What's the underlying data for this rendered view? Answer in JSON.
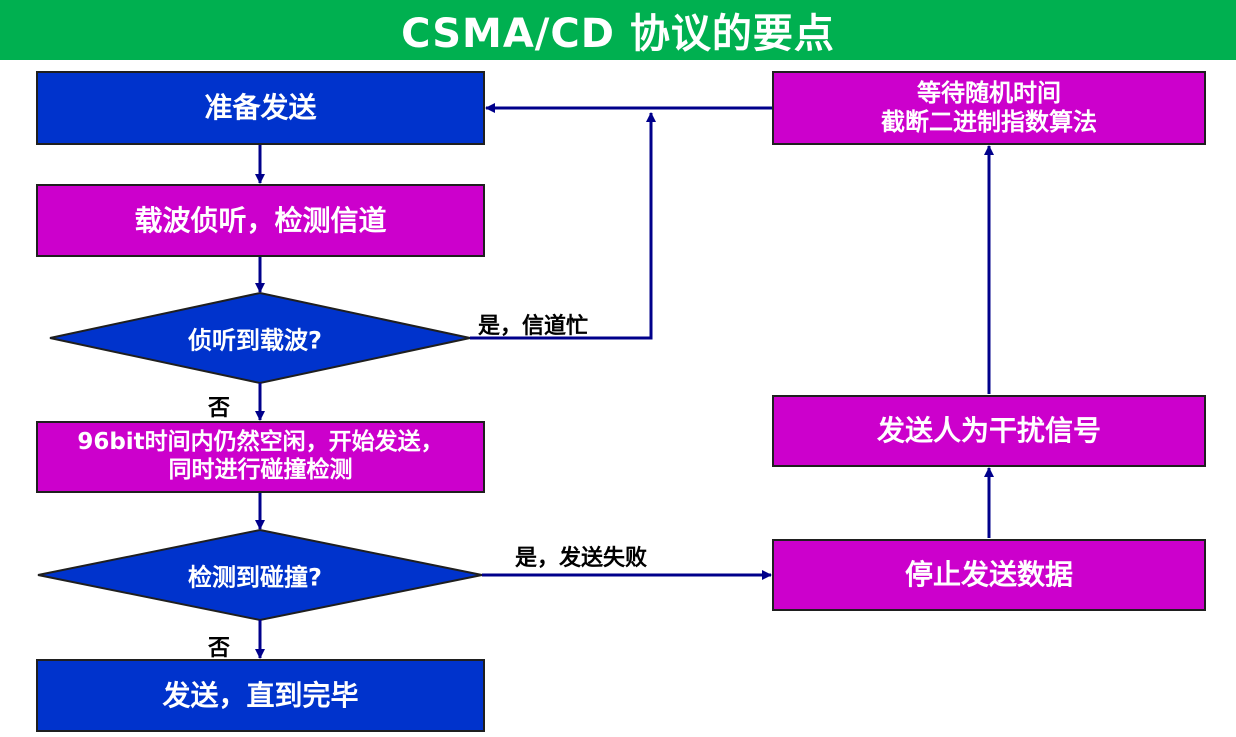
{
  "title": "CSMA/CD 协议的要点",
  "nodes": {
    "prepare": "准备发送",
    "carrier_sense": "载波侦听，检测信道",
    "sensed_decision": "侦听到载波?",
    "idle_send": {
      "line1": "96bit时间内仍然空闲，开始发送，",
      "line2": "同时进行碰撞检测"
    },
    "collision_decision": "检测到碰撞?",
    "send_done": "发送，直到完毕",
    "wait": {
      "line1": "等待随机时间",
      "line2": "截断二进制指数算法"
    },
    "jam": "发送人为干扰信号",
    "stop": "停止发送数据"
  },
  "edge_labels": {
    "busy": "是，信道忙",
    "no1": "否",
    "collision_yes": "是，发送失败",
    "no2": "否"
  },
  "colors": {
    "title_bar": "#00b050",
    "blue_box": "#0033cc",
    "magenta_box": "#cc00cc",
    "arrow": "#00008b"
  }
}
